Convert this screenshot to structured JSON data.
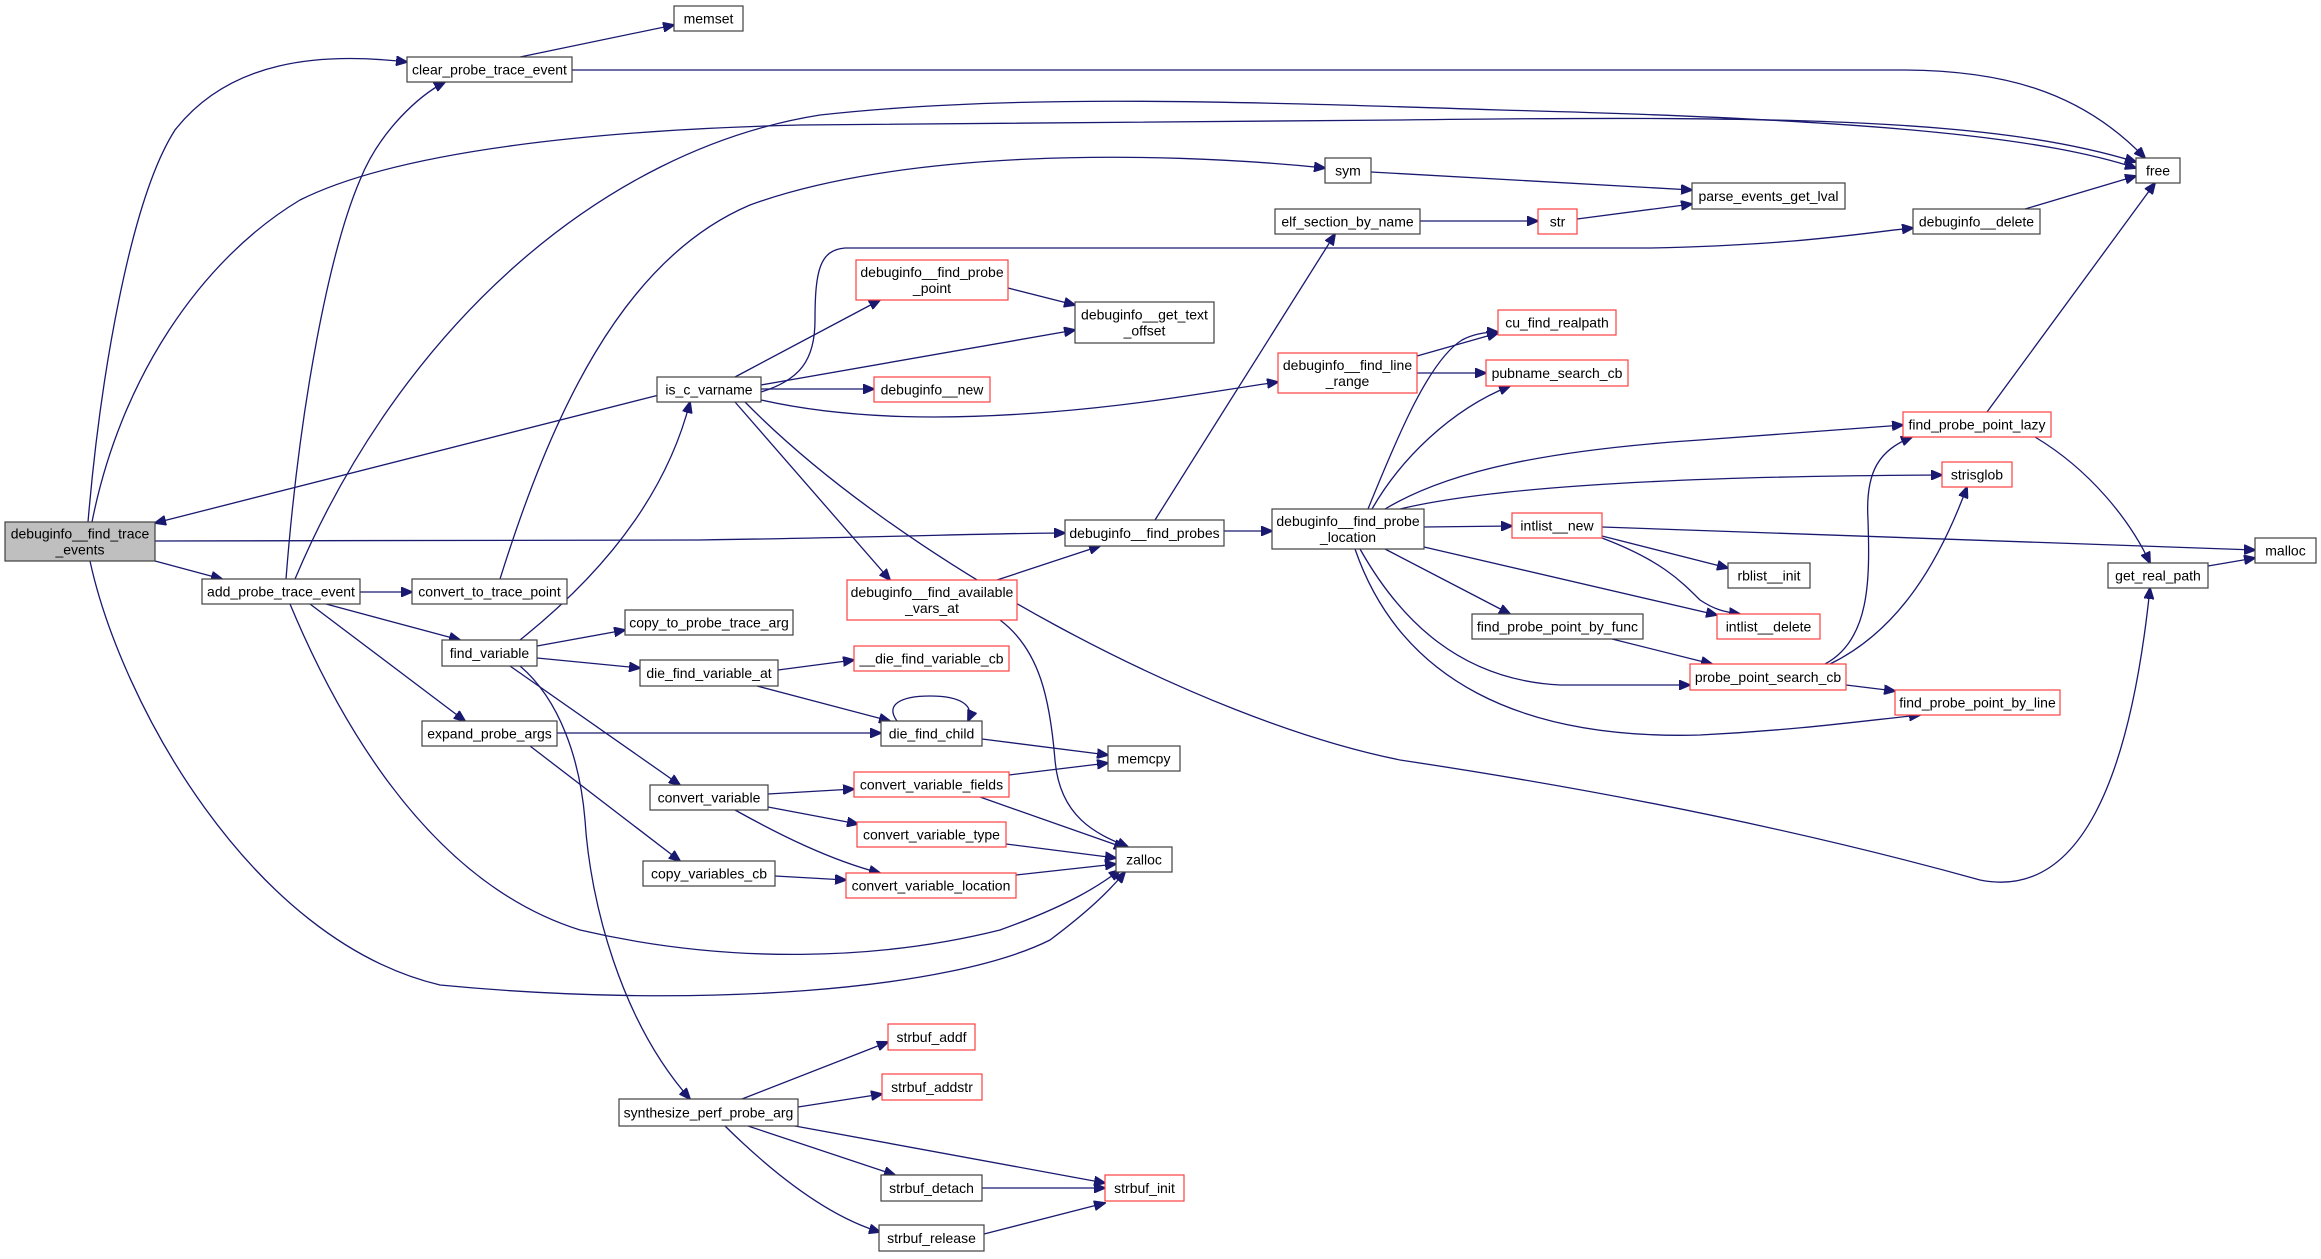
{
  "diagram": {
    "type": "call-graph",
    "root": "debuginfo__find_trace_events",
    "colors": {
      "edge": "#191970",
      "node_border": "#404040",
      "node_border_truncated": "#ff4040",
      "root_fill": "#bfbfbf",
      "node_fill": "#ffffff"
    },
    "nodes": [
      {
        "id": "root",
        "label": [
          "debuginfo__find_trace",
          "_events"
        ],
        "style": "root"
      },
      {
        "id": "clear_probe_trace_event",
        "label": [
          "clear_probe_trace_event"
        ],
        "style": "normal"
      },
      {
        "id": "memset",
        "label": [
          "memset"
        ],
        "style": "normal"
      },
      {
        "id": "free",
        "label": [
          "free"
        ],
        "style": "normal"
      },
      {
        "id": "sym",
        "label": [
          "sym"
        ],
        "style": "normal"
      },
      {
        "id": "parse_events_get_lval",
        "label": [
          "parse_events_get_lval"
        ],
        "style": "normal"
      },
      {
        "id": "elf_section_by_name",
        "label": [
          "elf_section_by_name"
        ],
        "style": "normal"
      },
      {
        "id": "str",
        "label": [
          "str"
        ],
        "style": "truncated"
      },
      {
        "id": "debuginfo__delete",
        "label": [
          "debuginfo__delete"
        ],
        "style": "normal"
      },
      {
        "id": "debuginfo__find_probe_point",
        "label": [
          "debuginfo__find_probe",
          "_point"
        ],
        "style": "truncated"
      },
      {
        "id": "debuginfo__get_text_offset",
        "label": [
          "debuginfo__get_text",
          "_offset"
        ],
        "style": "normal"
      },
      {
        "id": "is_c_varname",
        "label": [
          "is_c_varname"
        ],
        "style": "normal"
      },
      {
        "id": "debuginfo__new",
        "label": [
          "debuginfo__new"
        ],
        "style": "truncated"
      },
      {
        "id": "cu_find_realpath",
        "label": [
          "cu_find_realpath"
        ],
        "style": "truncated"
      },
      {
        "id": "debuginfo__find_line_range",
        "label": [
          "debuginfo__find_line",
          "_range"
        ],
        "style": "truncated"
      },
      {
        "id": "pubname_search_cb",
        "label": [
          "pubname_search_cb"
        ],
        "style": "truncated"
      },
      {
        "id": "find_probe_point_lazy",
        "label": [
          "find_probe_point_lazy"
        ],
        "style": "truncated"
      },
      {
        "id": "strisglob",
        "label": [
          "strisglob"
        ],
        "style": "truncated"
      },
      {
        "id": "debuginfo__find_probes",
        "label": [
          "debuginfo__find_probes"
        ],
        "style": "normal"
      },
      {
        "id": "debuginfo__find_probe_location",
        "label": [
          "debuginfo__find_probe",
          "_location"
        ],
        "style": "normal"
      },
      {
        "id": "intlist__new",
        "label": [
          "intlist__new"
        ],
        "style": "truncated"
      },
      {
        "id": "malloc",
        "label": [
          "malloc"
        ],
        "style": "normal"
      },
      {
        "id": "get_real_path",
        "label": [
          "get_real_path"
        ],
        "style": "normal"
      },
      {
        "id": "rblist__init",
        "label": [
          "rblist__init"
        ],
        "style": "normal"
      },
      {
        "id": "add_probe_trace_event",
        "label": [
          "add_probe_trace_event"
        ],
        "style": "normal"
      },
      {
        "id": "convert_to_trace_point",
        "label": [
          "convert_to_trace_point"
        ],
        "style": "normal"
      },
      {
        "id": "debuginfo__find_available_vars_at",
        "label": [
          "debuginfo__find_available",
          "_vars_at"
        ],
        "style": "truncated"
      },
      {
        "id": "copy_to_probe_trace_arg",
        "label": [
          "copy_to_probe_trace_arg"
        ],
        "style": "normal"
      },
      {
        "id": "find_variable",
        "label": [
          "find_variable"
        ],
        "style": "normal"
      },
      {
        "id": "die_find_variable_at",
        "label": [
          "die_find_variable_at"
        ],
        "style": "normal"
      },
      {
        "id": "__die_find_variable_cb",
        "label": [
          "__die_find_variable_cb"
        ],
        "style": "truncated"
      },
      {
        "id": "find_probe_point_by_func",
        "label": [
          "find_probe_point_by_func"
        ],
        "style": "normal"
      },
      {
        "id": "intlist__delete",
        "label": [
          "intlist__delete"
        ],
        "style": "truncated"
      },
      {
        "id": "probe_point_search_cb",
        "label": [
          "probe_point_search_cb"
        ],
        "style": "truncated"
      },
      {
        "id": "find_probe_point_by_line",
        "label": [
          "find_probe_point_by_line"
        ],
        "style": "truncated"
      },
      {
        "id": "die_find_child",
        "label": [
          "die_find_child"
        ],
        "style": "normal"
      },
      {
        "id": "expand_probe_args",
        "label": [
          "expand_probe_args"
        ],
        "style": "normal"
      },
      {
        "id": "memcpy",
        "label": [
          "memcpy"
        ],
        "style": "normal"
      },
      {
        "id": "convert_variable",
        "label": [
          "convert_variable"
        ],
        "style": "normal"
      },
      {
        "id": "convert_variable_fields",
        "label": [
          "convert_variable_fields"
        ],
        "style": "truncated"
      },
      {
        "id": "convert_variable_type",
        "label": [
          "convert_variable_type"
        ],
        "style": "truncated"
      },
      {
        "id": "zalloc",
        "label": [
          "zalloc"
        ],
        "style": "normal"
      },
      {
        "id": "copy_variables_cb",
        "label": [
          "copy_variables_cb"
        ],
        "style": "normal"
      },
      {
        "id": "convert_variable_location",
        "label": [
          "convert_variable_location"
        ],
        "style": "truncated"
      },
      {
        "id": "strbuf_addf",
        "label": [
          "strbuf_addf"
        ],
        "style": "truncated"
      },
      {
        "id": "strbuf_addstr",
        "label": [
          "strbuf_addstr"
        ],
        "style": "truncated"
      },
      {
        "id": "synthesize_perf_probe_arg",
        "label": [
          "synthesize_perf_probe_arg"
        ],
        "style": "normal"
      },
      {
        "id": "strbuf_detach",
        "label": [
          "strbuf_detach"
        ],
        "style": "normal"
      },
      {
        "id": "strbuf_init",
        "label": [
          "strbuf_init"
        ],
        "style": "truncated"
      },
      {
        "id": "strbuf_release",
        "label": [
          "strbuf_release"
        ],
        "style": "normal"
      }
    ],
    "edges": [
      {
        "from": "root",
        "to": "clear_probe_trace_event"
      },
      {
        "from": "root",
        "to": "free"
      },
      {
        "from": "root",
        "to": "debuginfo__find_probes"
      },
      {
        "from": "root",
        "to": "add_probe_trace_event"
      },
      {
        "from": "root",
        "to": "zalloc"
      },
      {
        "from": "is_c_varname",
        "to": "root"
      },
      {
        "from": "clear_probe_trace_event",
        "to": "memset"
      },
      {
        "from": "clear_probe_trace_event",
        "to": "free"
      },
      {
        "from": "sym",
        "to": "parse_events_get_lval"
      },
      {
        "from": "elf_section_by_name",
        "to": "str"
      },
      {
        "from": "str",
        "to": "parse_events_get_lval"
      },
      {
        "from": "debuginfo__delete",
        "to": "free"
      },
      {
        "from": "is_c_varname",
        "to": "debuginfo__find_probe_point"
      },
      {
        "from": "is_c_varname",
        "to": "debuginfo__get_text_offset"
      },
      {
        "from": "is_c_varname",
        "to": "debuginfo__new"
      },
      {
        "from": "is_c_varname",
        "to": "debuginfo__delete"
      },
      {
        "from": "is_c_varname",
        "to": "debuginfo__find_line_range"
      },
      {
        "from": "is_c_varname",
        "to": "debuginfo__find_available_vars_at"
      },
      {
        "from": "is_c_varname",
        "to": "get_real_path"
      },
      {
        "from": "debuginfo__find_probe_point",
        "to": "debuginfo__get_text_offset"
      },
      {
        "from": "debuginfo__find_line_range",
        "to": "cu_find_realpath"
      },
      {
        "from": "debuginfo__find_line_range",
        "to": "pubname_search_cb"
      },
      {
        "from": "debuginfo__find_probes",
        "to": "elf_section_by_name"
      },
      {
        "from": "debuginfo__find_probes",
        "to": "debuginfo__find_probe_location"
      },
      {
        "from": "debuginfo__find_available_vars_at",
        "to": "debuginfo__find_probes"
      },
      {
        "from": "debuginfo__find_available_vars_at",
        "to": "zalloc"
      },
      {
        "from": "debuginfo__find_probe_location",
        "to": "cu_find_realpath"
      },
      {
        "from": "debuginfo__find_probe_location",
        "to": "pubname_search_cb"
      },
      {
        "from": "debuginfo__find_probe_location",
        "to": "find_probe_point_lazy"
      },
      {
        "from": "debuginfo__find_probe_location",
        "to": "strisglob"
      },
      {
        "from": "debuginfo__find_probe_location",
        "to": "intlist__new"
      },
      {
        "from": "debuginfo__find_probe_location",
        "to": "intlist__delete"
      },
      {
        "from": "debuginfo__find_probe_location",
        "to": "find_probe_point_by_func"
      },
      {
        "from": "debuginfo__find_probe_location",
        "to": "probe_point_search_cb"
      },
      {
        "from": "debuginfo__find_probe_location",
        "to": "find_probe_point_by_line"
      },
      {
        "from": "intlist__new",
        "to": "malloc"
      },
      {
        "from": "intlist__new",
        "to": "rblist__init"
      },
      {
        "from": "intlist__new",
        "to": "intlist__delete"
      },
      {
        "from": "find_probe_point_by_func",
        "to": "probe_point_search_cb"
      },
      {
        "from": "probe_point_search_cb",
        "to": "find_probe_point_lazy"
      },
      {
        "from": "probe_point_search_cb",
        "to": "strisglob"
      },
      {
        "from": "probe_point_search_cb",
        "to": "find_probe_point_by_line"
      },
      {
        "from": "find_probe_point_lazy",
        "to": "free"
      },
      {
        "from": "find_probe_point_lazy",
        "to": "get_real_path"
      },
      {
        "from": "get_real_path",
        "to": "malloc"
      },
      {
        "from": "add_probe_trace_event",
        "to": "clear_probe_trace_event"
      },
      {
        "from": "add_probe_trace_event",
        "to": "free"
      },
      {
        "from": "add_probe_trace_event",
        "to": "convert_to_trace_point"
      },
      {
        "from": "add_probe_trace_event",
        "to": "find_variable"
      },
      {
        "from": "add_probe_trace_event",
        "to": "expand_probe_args"
      },
      {
        "from": "add_probe_trace_event",
        "to": "zalloc"
      },
      {
        "from": "convert_to_trace_point",
        "to": "sym"
      },
      {
        "from": "find_variable",
        "to": "is_c_varname"
      },
      {
        "from": "find_variable",
        "to": "copy_to_probe_trace_arg"
      },
      {
        "from": "find_variable",
        "to": "die_find_variable_at"
      },
      {
        "from": "find_variable",
        "to": "convert_variable"
      },
      {
        "from": "find_variable",
        "to": "synthesize_perf_probe_arg"
      },
      {
        "from": "die_find_variable_at",
        "to": "__die_find_variable_cb"
      },
      {
        "from": "die_find_variable_at",
        "to": "die_find_child"
      },
      {
        "from": "die_find_child",
        "to": "die_find_child"
      },
      {
        "from": "die_find_child",
        "to": "memcpy"
      },
      {
        "from": "expand_probe_args",
        "to": "die_find_child"
      },
      {
        "from": "expand_probe_args",
        "to": "copy_variables_cb"
      },
      {
        "from": "convert_variable",
        "to": "convert_variable_fields"
      },
      {
        "from": "convert_variable",
        "to": "convert_variable_type"
      },
      {
        "from": "convert_variable",
        "to": "convert_variable_location"
      },
      {
        "from": "convert_variable_fields",
        "to": "memcpy"
      },
      {
        "from": "convert_variable_fields",
        "to": "zalloc"
      },
      {
        "from": "convert_variable_type",
        "to": "zalloc"
      },
      {
        "from": "convert_variable_location",
        "to": "zalloc"
      },
      {
        "from": "copy_variables_cb",
        "to": "convert_variable_location"
      },
      {
        "from": "synthesize_perf_probe_arg",
        "to": "strbuf_addf"
      },
      {
        "from": "synthesize_perf_probe_arg",
        "to": "strbuf_addstr"
      },
      {
        "from": "synthesize_perf_probe_arg",
        "to": "strbuf_init"
      },
      {
        "from": "synthesize_perf_probe_arg",
        "to": "strbuf_detach"
      },
      {
        "from": "synthesize_perf_probe_arg",
        "to": "strbuf_release"
      },
      {
        "from": "strbuf_detach",
        "to": "strbuf_init"
      },
      {
        "from": "strbuf_release",
        "to": "strbuf_init"
      }
    ]
  }
}
